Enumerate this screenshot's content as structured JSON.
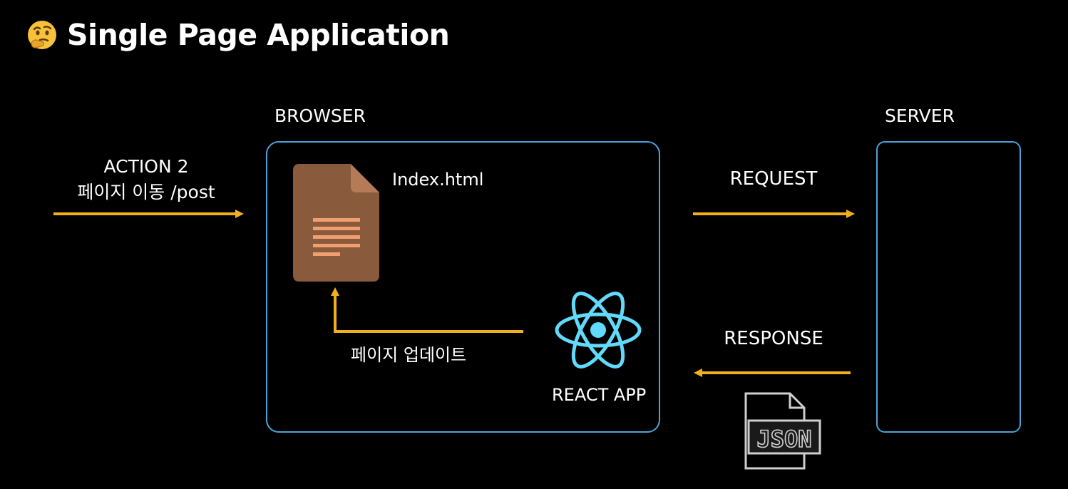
{
  "title": {
    "text": "Single Page Application",
    "icon": "thinking-face-emoji"
  },
  "left_action": {
    "line1": "ACTION 2",
    "line2": "페이지 이동 /post"
  },
  "browser": {
    "label": "BROWSER",
    "file_label": "Index.html",
    "file_icon": "document-icon",
    "update_label": "페이지 업데이트",
    "app_label": "REACT APP",
    "app_icon": "react-logo-icon"
  },
  "server": {
    "label": "SERVER"
  },
  "request": {
    "label": "REQUEST"
  },
  "response": {
    "label": "RESPONSE",
    "payload_icon": "json-file-icon",
    "payload_text": "JSON"
  },
  "colors": {
    "background": "#000000",
    "arrow": "#f2b01e",
    "box_border": "#4da3d9",
    "react": "#61dafb",
    "document": "#8a5a3c",
    "document_fold": "#b57a56",
    "document_lines": "#f0a070",
    "json_icon": "#cfcfcf"
  }
}
